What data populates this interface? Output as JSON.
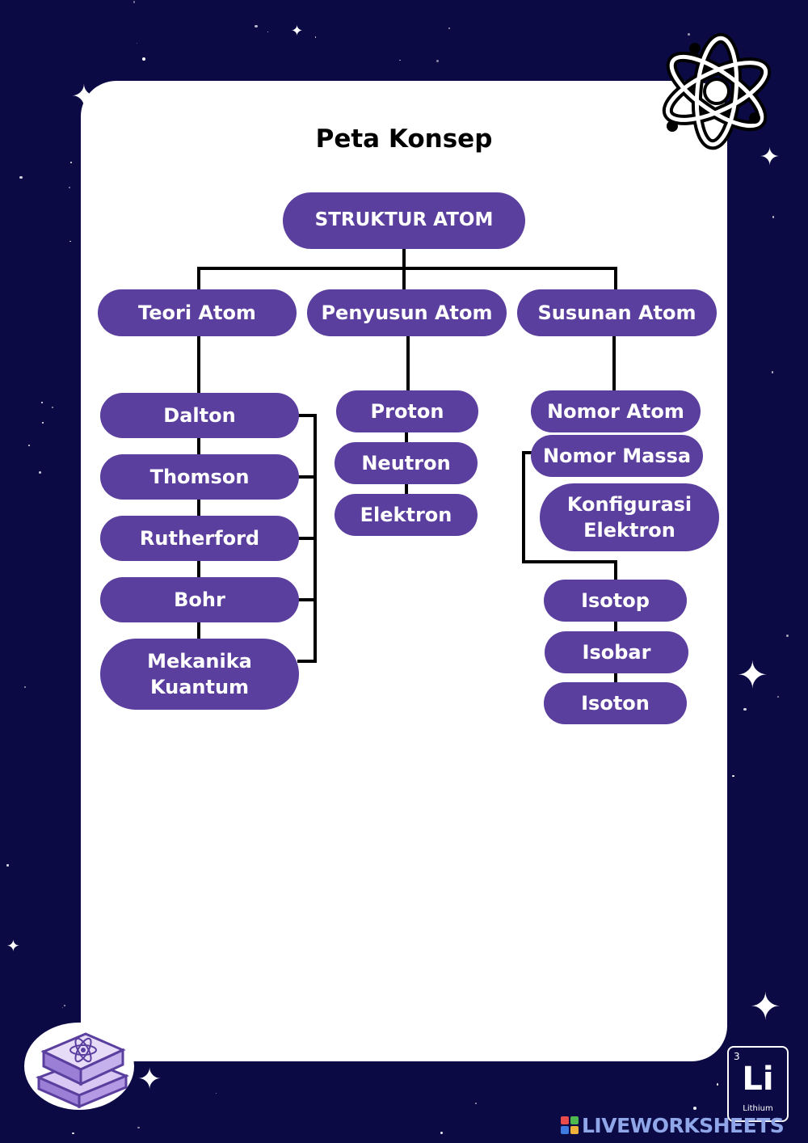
{
  "title": "Peta Konsep",
  "root": "STRUKTUR ATOM",
  "branches": [
    {
      "label": "Teori Atom",
      "children": [
        "Dalton",
        "Thomson",
        "Rutherford",
        "Bohr",
        "Mekanika\nKuantum"
      ]
    },
    {
      "label": "Penyusun Atom",
      "children": [
        "Proton",
        "Neutron",
        "Elektron"
      ]
    },
    {
      "label": "Susunan Atom",
      "children": [
        "Nomor Atom",
        "Nomor Massa",
        "Konfigurasi\nElektron"
      ],
      "sub_children": [
        "Isotop",
        "Isobar",
        "Isoton"
      ]
    }
  ],
  "element_tile": {
    "number": "3",
    "symbol": "Li",
    "name": "Lithium"
  },
  "watermark": {
    "text": "LIVEWORKSHEETS"
  },
  "colors": {
    "node": "#5b3f9f",
    "background": "#0b0a45",
    "card": "#ffffff",
    "connector": "#000000"
  },
  "icons": [
    "atom-icon",
    "book-atom-icon",
    "sparkle-icon"
  ]
}
